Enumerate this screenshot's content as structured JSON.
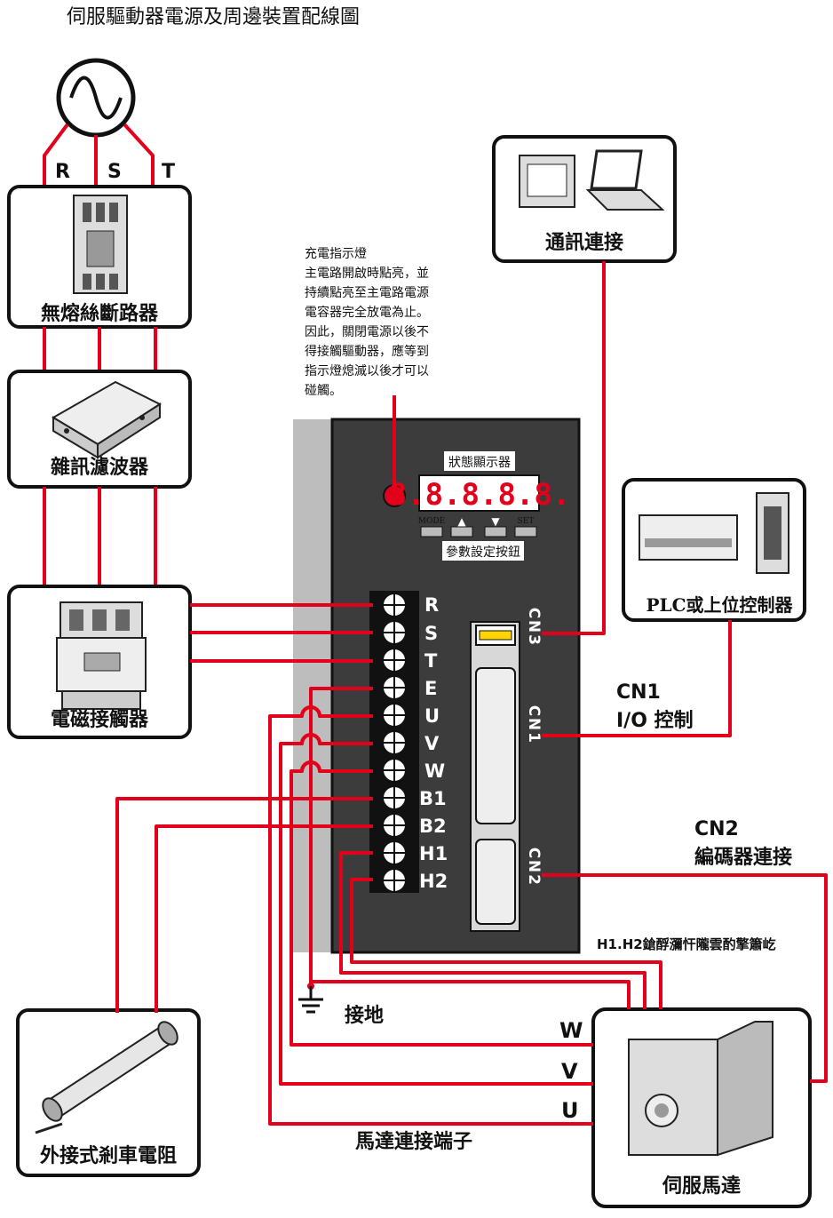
{
  "title": "伺服驅動器電源及周邊裝置配線圖",
  "power_phases": [
    "R",
    "S",
    "T"
  ],
  "devices": {
    "breaker": "無熔絲斷路器",
    "noise_filter": "雜訊濾波器",
    "contactor": "電磁接觸器",
    "comm": "通訊連接",
    "plc": "PLC或上位控制器",
    "brake_resistor": "外接式剎車電阻",
    "motor": "伺服馬達"
  },
  "charge_note": {
    "title": "充電指示燈",
    "lines": [
      "主電路開啟時點亮，並",
      "持續點亮至主電路電源",
      "電容器完全放電為止。",
      "因此，關閉電源以後不",
      "得接觸驅動器，應等到",
      "指示燈熄滅以後才可以",
      "碰觸。"
    ]
  },
  "driver": {
    "display_label": "狀態顯示器",
    "display_value": "8.8.8.8.8.",
    "buttons": [
      "MODE",
      "▲",
      "▼",
      "SET"
    ],
    "buttons_label": "參數設定按鈕",
    "terminals": [
      "R",
      "S",
      "T",
      "E",
      "U",
      "V",
      "W",
      "B1",
      "B2",
      "H1",
      "H2"
    ],
    "connectors": [
      "CN3",
      "CN1",
      "CN2"
    ]
  },
  "labels": {
    "cn1_title": "CN1",
    "cn1_desc": "I/O 控制",
    "cn2_title": "CN2",
    "cn2_desc": "編碼器連接",
    "h1h2_note": "H1.H2鎗酻瀰忓隴雲酌擎簫屹",
    "ground": "接地",
    "motor_terminals": "馬達連接端子",
    "motor_w": "W",
    "motor_v": "V",
    "motor_u": "U"
  }
}
